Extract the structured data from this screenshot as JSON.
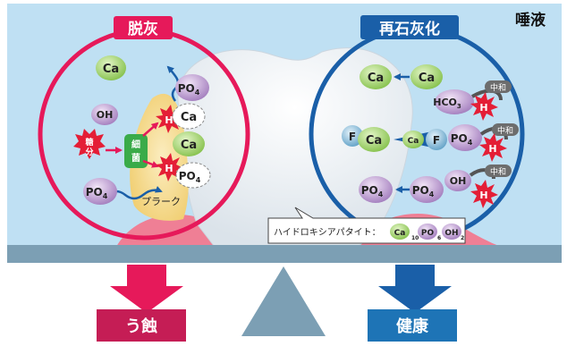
{
  "scene": {
    "saliva_label": "唾液",
    "demineralization_label": "脱灰",
    "remineralization_label": "再石灰化",
    "plaque_label": "プラーク",
    "bacteria_label": [
      "細",
      "菌"
    ],
    "sugar_label": [
      "糖",
      "分"
    ],
    "neutralize_label": "中和",
    "caries_label": "う蝕",
    "health_label": "健康"
  },
  "hydroxyapatite": {
    "label": "ハイドロキシアパタイト：",
    "ca_sub": "10",
    "po_sub": "6",
    "oh_sub": "2"
  },
  "ions": {
    "ca": "Ca",
    "po4_base": "PO",
    "po4_sub": "4",
    "oh": "OH",
    "h": "H",
    "f": "F",
    "hco3_base": "HCO",
    "hco3_sub": "3",
    "po_short": "PO",
    "oh_short": "OH"
  },
  "colors": {
    "background": "#bfe0f3",
    "red_circle": "#e6195a",
    "blue_circle": "#1a5fa8",
    "caries_arrow": "#e6195a",
    "health_arrow": "#1a5fa8",
    "scale_bar": "#7c9fb4",
    "ca_ion": "#a7d676",
    "po4_ion": "#c7a6d6",
    "h_ion": "#e41e36",
    "f_ion": "#7fb9d6",
    "plaque": "#f5dc8f"
  }
}
